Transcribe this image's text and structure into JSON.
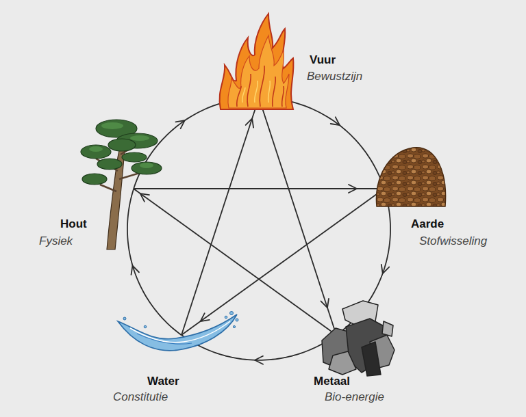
{
  "diagram": {
    "nodes": [
      {
        "text": [
          "Vuur",
          "Bewustzijn"
        ]
      },
      {
        "text": [
          "Aarde",
          "Stofwisseling"
        ]
      },
      {
        "text": [
          "Metaal",
          "Bio-energie"
        ]
      },
      {
        "text": [
          "Water",
          "Constitutie"
        ]
      },
      {
        "text": [
          "Hout",
          "Fysiek"
        ]
      }
    ],
    "edges": [
      {
        "from": 0,
        "to": 1,
        "arrow": "to"
      },
      {
        "from": 1,
        "to": 2,
        "arrow": "to"
      },
      {
        "from": 2,
        "to": 3,
        "arrow": "to"
      },
      {
        "from": 3,
        "to": 4,
        "arrow": "to"
      },
      {
        "from": 4,
        "to": 0,
        "arrow": "to"
      },
      {
        "from": 0,
        "to": 2,
        "arrow": "to"
      },
      {
        "from": 2,
        "to": 4,
        "arrow": "to"
      },
      {
        "from": 4,
        "to": 1,
        "arrow": "to"
      },
      {
        "from": 1,
        "to": 3,
        "arrow": "to"
      },
      {
        "from": 3,
        "to": 0,
        "arrow": "to"
      }
    ]
  }
}
